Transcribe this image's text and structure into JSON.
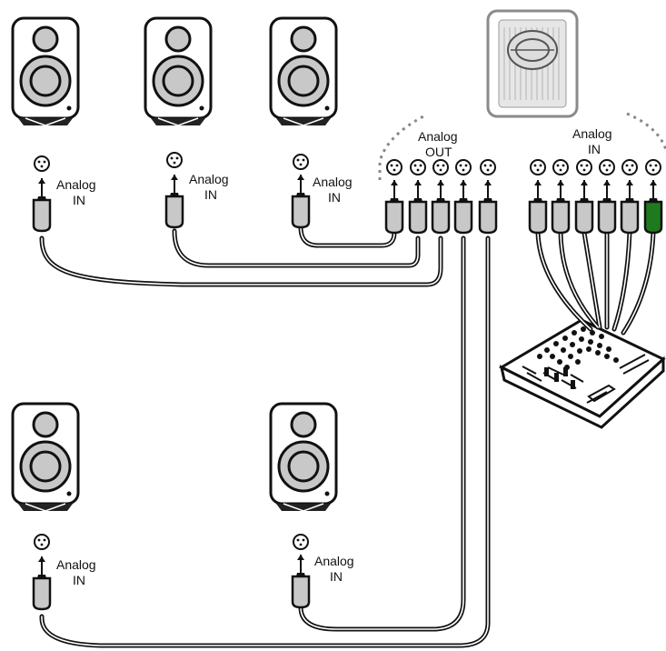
{
  "labels": {
    "analog": "Analog",
    "in": "IN",
    "out": "OUT"
  },
  "colors": {
    "line": "#111111",
    "speaker_body": "#ffffff",
    "cone": "#c8c8c8",
    "plug_fill": "#c8c8c8",
    "plug_green": "#1f7a1f",
    "dotted": "#888888",
    "subwoofer_bg": "#e6e6e6"
  },
  "icons": {
    "speaker": "studio-monitor-icon",
    "connector": "xlr-connector-icon",
    "plug": "xlr-plug-icon",
    "subwoofer": "subwoofer-icon",
    "mixer": "mixing-console-icon"
  }
}
